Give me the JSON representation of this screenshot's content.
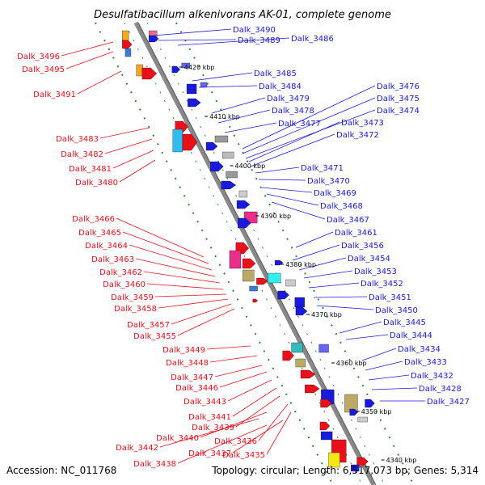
{
  "title": "Desulfatibacillum alkenivorans AK-01, complete genome",
  "accession": "Accession: NC_011768",
  "topology": "Topology: circular; Length: 6,517,073 bp; Genes: 5,314",
  "colors": {
    "forward": "#e8101b",
    "reverse": "#1a1adb",
    "backbone": "#888888",
    "ticks": "#2e8b2e"
  },
  "ticks": [
    "4420 kbp",
    "4410 kbp",
    "4400 kbp",
    "4390 kbp",
    "4380 kbp",
    "4370 kbp",
    "4360 kbp",
    "4350 kbp",
    "4340 kbp"
  ],
  "labels_left": [
    "Dalk_3496",
    "Dalk_3495",
    "Dalk_3491",
    "Dalk_3483",
    "Dalk_3482",
    "Dalk_3481",
    "Dalk_3480",
    "Dalk_3466",
    "Dalk_3465",
    "Dalk_3464",
    "Dalk_3463",
    "Dalk_3462",
    "Dalk_3460",
    "Dalk_3459",
    "Dalk_3458",
    "Dalk_3457",
    "Dalk_3455",
    "Dalk_3449",
    "Dalk_3448",
    "Dalk_3447",
    "Dalk_3446",
    "Dalk_3443",
    "Dalk_3441",
    "Dalk_3439",
    "Dalk_3440",
    "Dalk_3442",
    "Dalk_3437",
    "Dalk_3436",
    "Dalk_3438",
    "Dalk_3435"
  ],
  "labels_right": [
    "Dalk_3490",
    "Dalk_3489",
    "Dalk_3486",
    "Dalk_3485",
    "Dalk_3484",
    "Dalk_3476",
    "Dalk_3479",
    "Dalk_3475",
    "Dalk_3478",
    "Dalk_3474",
    "Dalk_3477",
    "Dalk_3473",
    "Dalk_3472",
    "Dalk_3471",
    "Dalk_3470",
    "Dalk_3469",
    "Dalk_3468",
    "Dalk_3467",
    "Dalk_3461",
    "Dalk_3456",
    "Dalk_3454",
    "Dalk_3453",
    "Dalk_3452",
    "Dalk_3451",
    "Dalk_3450",
    "Dalk_3445",
    "Dalk_3444",
    "Dalk_3434",
    "Dalk_3433",
    "Dalk_3432",
    "Dalk_3428",
    "Dalk_3427"
  ]
}
